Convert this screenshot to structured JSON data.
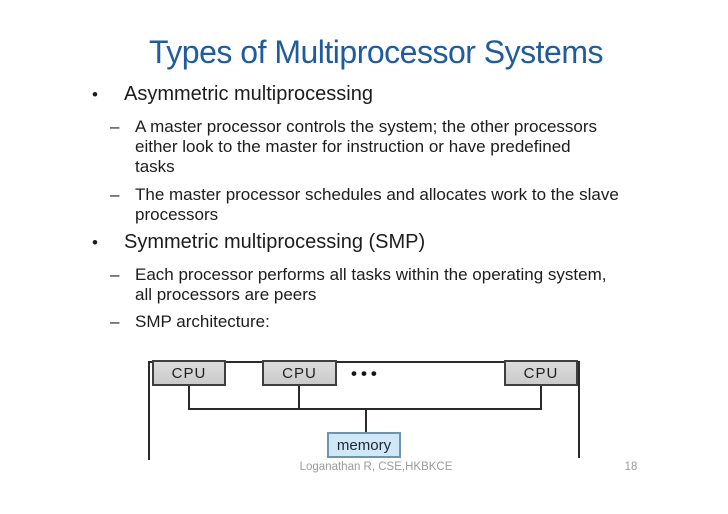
{
  "slide": {
    "title": "Types of Multiprocessor Systems"
  },
  "colors": {
    "title": "#1F5C9C",
    "body_text": "#1c1c1c",
    "cpu_fill": "#d4d4d4",
    "memory_fill": "#cfe7f7",
    "diagram_line": "#2a2a2a",
    "footer_gray": "#9b9b9b"
  },
  "markers": {
    "bullet": "•",
    "dash": "–"
  },
  "bullets": {
    "b1": {
      "label": "Asymmetric multiprocessing"
    },
    "b1_sub1": {
      "l1": "A master processor controls the system; the other processors",
      "l2": "either look to the master for instruction or have predefined",
      "l3": "tasks"
    },
    "b1_sub2": {
      "l1": "The master processor schedules and allocates work to the slave",
      "l2": "processors"
    },
    "b2": {
      "label": "Symmetric multiprocessing (SMP)"
    },
    "b2_sub1": {
      "l1": "Each processor performs all tasks within the operating system,",
      "l2": "all processors are peers"
    },
    "b2_sub2": {
      "l1": "SMP architecture:"
    }
  },
  "diagram": {
    "cpu1_label": "CPU",
    "cpu2_label": "CPU",
    "cpu3_label": "CPU",
    "ellipsis": "•••",
    "memory_label": "memory"
  },
  "footer": {
    "credit": "Loganathan R, CSE,HKBKCE",
    "page_number": "18"
  }
}
